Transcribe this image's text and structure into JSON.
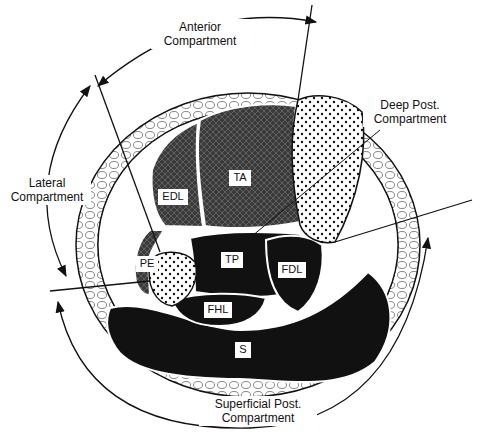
{
  "diagram": {
    "labels": [
      "Anterior Compartment",
      "Deep Post. Compartment",
      "Lateral Compartment",
      "EDL",
      "TA",
      "PE",
      "TP",
      "FDL",
      "FHL",
      "S",
      "Superficial Post. Compartment"
    ]
  }
}
